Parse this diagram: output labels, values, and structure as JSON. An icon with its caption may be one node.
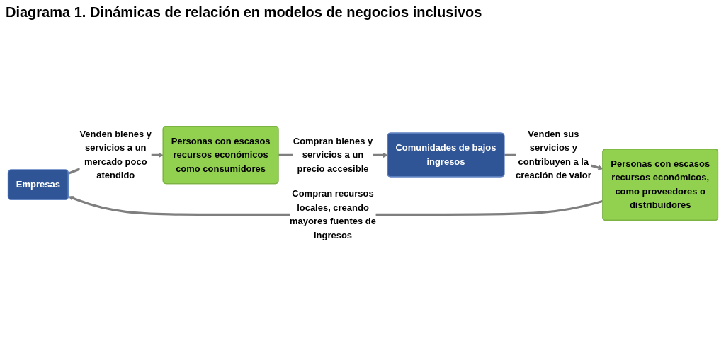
{
  "diagram": {
    "title": "Diagrama 1. Dinámicas de relación en modelos de negocios inclusivos",
    "nodes": [
      {
        "text": [
          "Empresas"
        ]
      },
      {
        "text": [
          "Personas con escasos recursos económicos como consumidores"
        ]
      },
      {
        "text": [
          "Comunidades de bajos ingresos"
        ]
      },
      {
        "text": [
          "Personas con escasos recursos económicos, como proveedores o distribuidores"
        ]
      }
    ],
    "edges": [
      {
        "from": 0,
        "to": 1,
        "arrow": "to",
        "label": "Venden bienes y servicios a un mercado poco atendido"
      },
      {
        "from": 1,
        "to": 2,
        "arrow": "to",
        "label": "Compran bienes y servicios a un precio accesible"
      },
      {
        "from": 2,
        "to": 3,
        "arrow": "to",
        "label": "Venden sus servicios y contribuyen a la creación de valor"
      },
      {
        "from": 3,
        "to": 0,
        "arrow": "to",
        "label": "Compran recursos locales, creando mayores fuentes de ingresos"
      }
    ]
  }
}
